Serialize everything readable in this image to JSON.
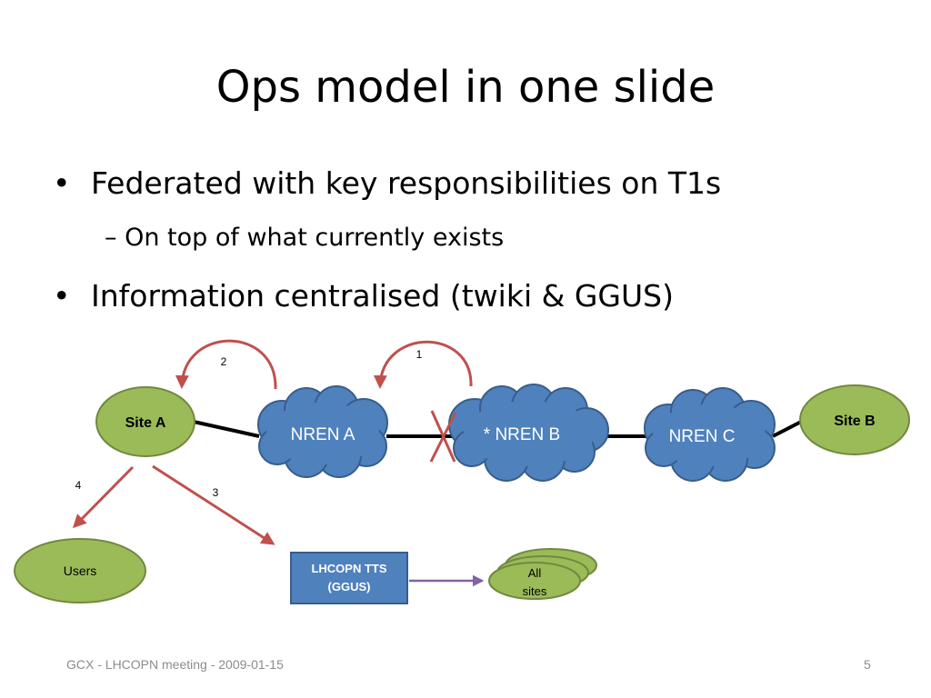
{
  "slide": {
    "title": "Ops model in one slide",
    "bullets": [
      {
        "text": "Federated with key responsibilities on T1s",
        "sub": [
          "On top of what currently exists"
        ]
      },
      {
        "text": "Information centralised (twiki & GGUS)",
        "sub": []
      }
    ],
    "bullet_glyph": "•",
    "sub_glyph": "–"
  },
  "diagram": {
    "nodes": {
      "site_a": "Site A",
      "site_b": "Site B",
      "nren_a": "NREN A",
      "nren_b": "* NREN B",
      "nren_c": "NREN C",
      "users": "Users",
      "tts_line1": "LHCOPN TTS",
      "tts_line2": "(GGUS)",
      "all_sites_line1": "All",
      "all_sites_line2": "sites"
    },
    "step_labels": [
      "1",
      "2",
      "3",
      "4"
    ],
    "colors": {
      "site_fill": "#9bbb59",
      "site_stroke": "#71893f",
      "cloud_fill": "#4f81bd",
      "cloud_stroke": "#385d8a",
      "arrow_red": "#c0504d",
      "arrow_purple": "#8064a2",
      "link": "#000000",
      "fault_cross": "#c0504d"
    }
  },
  "footer": {
    "text": "GCX - LHCOPN meeting - 2009-01-15",
    "page": "5"
  }
}
